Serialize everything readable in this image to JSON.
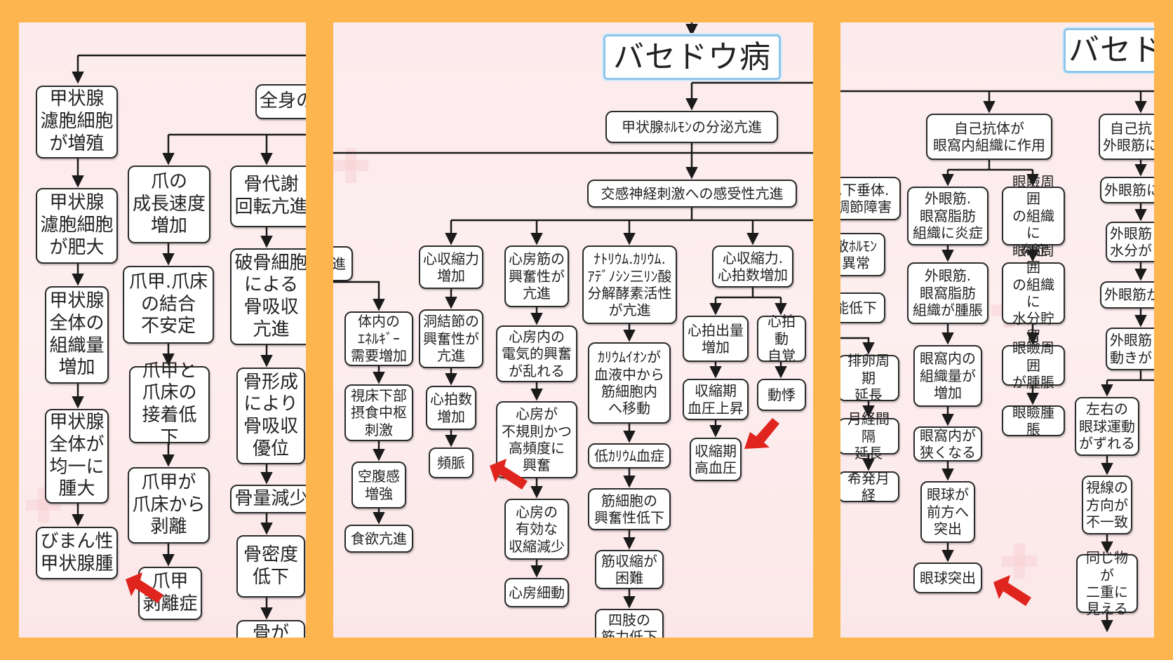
{
  "left_panel": {
    "col1": [
      "甲状腺\n濾胞細胞\nが増殖",
      "甲状腺\n濾胞細胞\nが肥大",
      "甲状腺\n全体の\n組織量\n増加",
      "甲状腺\n全体が\n均一に\n腫大",
      "びまん性\n甲状腺腫"
    ],
    "col2": [
      "爪の\n成長速度\n増加",
      "爪甲.爪床\nの結合\n不安定",
      "爪甲と\n爪床の\n接着低下",
      "爪甲が\n爪床から\n剥離",
      "爪甲\n剥離症"
    ],
    "col3": [
      "骨代謝\n回転亢進",
      "破骨細胞\nによる\n骨吸収\n亢進",
      "骨形成\nにより\n骨吸収\n優位",
      "骨量減少",
      "骨密度\n低下",
      "骨が"
    ],
    "top_right": "全身の"
  },
  "center_panel": {
    "title": "バセドウ病",
    "hormone": "甲状腺ﾎﾙﾓﾝの分泌亢進",
    "sympathetic": "交感神経刺激への感受性亢進",
    "edge_partial": "進",
    "energy_col": [
      "体内の\nｴﾈﾙｷﾞｰ\n需要増加",
      "視床下部\n摂食中枢\n刺激",
      "空腹感\n増強",
      "食欲亢進"
    ],
    "contract_col": [
      "心収縮力\n増加",
      "洞結節の\n興奮性が\n亢進",
      "心拍数\n増加",
      "頻脈"
    ],
    "atrial_col": [
      "心房筋の\n興奮性が\n亢進",
      "心房内の\n電気的興奮\nが乱れる",
      "心房が\n不規則かつ\n高頻度に\n興奮",
      "心房の\n有効な\n収縮減少",
      "心房細動"
    ],
    "enzyme_col": [
      "ﾅﾄﾘｳﾑ.ｶﾘｳﾑ.\nｱﾃﾞﾉｼﾝ三ﾘﾝ酸\n分解酵素活性\nが亢進",
      "ｶﾘｳﾑｲｵﾝが\n血液中から\n筋細胞内\nへ移動",
      "低ｶﾘｳﾑ血症",
      "筋細胞の\n興奮性低下",
      "筋収縮が\n困難",
      "四肢の\n筋力低下"
    ],
    "cardiac_output": "心収縮力.\n心拍数増加",
    "output_col": [
      "心拍出量\n増加",
      "収縮期\n血圧上昇",
      "収縮期\n高血圧"
    ],
    "palp_col": [
      "心拍動\n自覚",
      "動悸"
    ]
  },
  "right_panel": {
    "title_partial": "バセド",
    "autoab": "自己抗体が\n眼窩内組織に作用",
    "autoab2": "自己抗\n外眼筋に",
    "edge_col": [
      ".下垂体.\n調節障害",
      "散ﾎﾙﾓﾝ\n異常",
      "能低下",
      "排卵周期\n延長",
      "月経間隔\n延長",
      "希発月経"
    ],
    "orbit_col": [
      "外眼筋.\n眼窩脂肪\n組織に炎症",
      "外眼筋.\n眼窩脂肪\n組織が腫脹",
      "眼窩内の\n組織量が\n増加",
      "眼窩内が\n狭くなる",
      "眼球が\n前方へ\n突出",
      "眼球突出"
    ],
    "eyelid_col": [
      "眼瞼周囲\nの組織に\n炎症",
      "眼瞼周囲\nの組織に\n水分貯留",
      "眼瞼周囲\nが腫脹",
      "眼瞼腫脹"
    ],
    "muscle_col": [
      "外眼筋に",
      "外眼筋\n水分が",
      "外眼筋が",
      "外眼筋\n動きが"
    ],
    "eye_col": [
      "左右の\n眼球運動\nがずれる",
      "視線の\n方向が\n不一致",
      "同じ物が\n二重に\n見える"
    ]
  },
  "colors": {
    "background": "#FDB64F",
    "panel": "#FCEBEC",
    "arrow": "#E0241E",
    "title_border": "#8FC5EA"
  }
}
